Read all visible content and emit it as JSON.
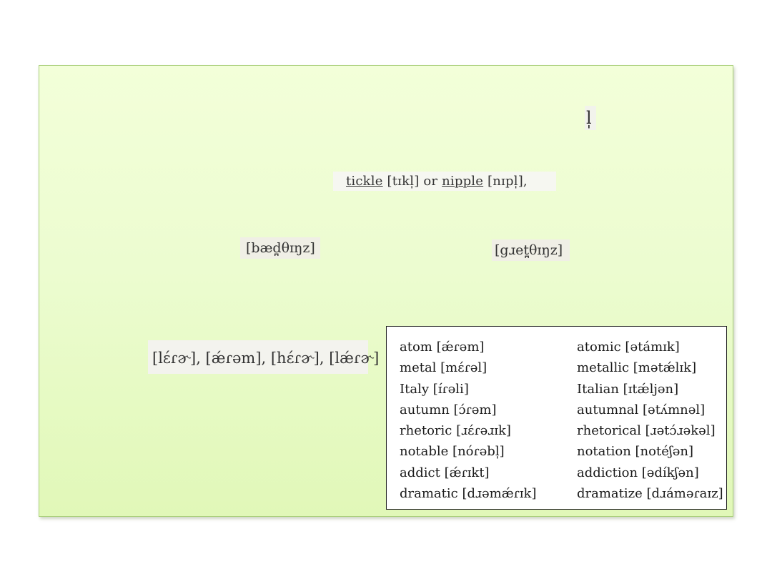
{
  "fragment_top": "l̩",
  "tickle_line": {
    "word1": "tickle",
    "ipa1": "[tɪkl̩]",
    "connector": "or",
    "word2": "nipple",
    "ipa2": "[nɪpl̩],"
  },
  "badger_ipa": "[bæd̪θɪŋz]",
  "grater_ipa": "[gɹet̪θɪŋz]",
  "flap_examples": "[lɛ́ɾɚ], [ǽɾəm], [hɛ́ɾɚ], [lǽɾɚ]",
  "word_pairs": {
    "left": [
      "atom [ǽɾəm]",
      "metal [mɛ́ɾəl]",
      "Italy [ɪ́ɾəli]",
      "autumn [ɔ́ɾəm]",
      "rhetoric [ɹɛ́ɾəɹɪk]",
      "notable [nóɾəbl̩]",
      "addict [ǽɾɪkt]",
      "dramatic [dɹəmǽɾɪk]"
    ],
    "right": [
      "atomic [ətámɪk]",
      "metallic [mətǽlɪk]",
      "Italian [ɪtǽljən]",
      "autumnal [ətʌ́mnəl]",
      "rhetorical [ɹətɔ́ɹəkəl]",
      "notation [notéʃən]",
      "addiction [ədíkʃən]",
      "dramatize [dɹáməɾaɪz]"
    ]
  }
}
